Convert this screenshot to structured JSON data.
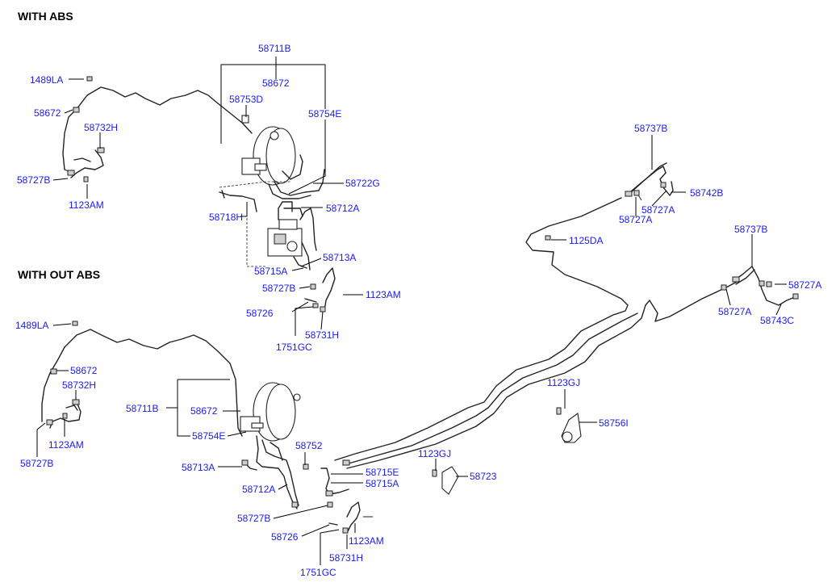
{
  "sections": {
    "with_abs": "WITH ABS",
    "without_abs": "WITH OUT  ABS"
  },
  "colors": {
    "callout": "#1a1aff",
    "heading": "#000000",
    "drawing": "#222222"
  },
  "callouts": {
    "abs_1489LA": "1489LA",
    "abs_58672_left": "58672",
    "abs_58732H": "58732H",
    "abs_58727B_left": "58727B",
    "abs_1123AM_left": "1123AM",
    "abs_58711B": "58711B",
    "abs_58672_top": "58672",
    "abs_58753D": "58753D",
    "abs_58754E": "58754E",
    "abs_58722G": "58722G",
    "abs_58712A": "58712A",
    "abs_58718H": "58718H",
    "abs_58713A": "58713A",
    "abs_58715A": "58715A",
    "abs_58727B_mid": "58727B",
    "abs_1123AM_mid": "1123AM",
    "abs_58726": "58726",
    "abs_58731H": "58731H",
    "abs_1751GC": "1751GC",
    "rear_58737B_top": "58737B",
    "rear_58742B": "58742B",
    "rear_58727A_1": "58727A",
    "rear_58727A_2": "58727A",
    "rear_1125DA": "1125DA",
    "rear_58737B_right": "58737B",
    "rear_58727A_3": "58727A",
    "rear_58727A_4": "58727A",
    "rear_58743C": "58743C",
    "nabs_1489LA": "1489LA",
    "nabs_58672_left": "58672",
    "nabs_58732H": "58732H",
    "nabs_1123AM_left": "1123AM",
    "nabs_58727B_left": "58727B",
    "nabs_58711B": "58711B",
    "nabs_58672_mid": "58672",
    "nabs_58754E": "58754E",
    "nabs_58752": "58752",
    "nabs_58713A": "58713A",
    "nabs_58712A": "58712A",
    "nabs_58715E": "58715E",
    "nabs_58715A": "58715A",
    "nabs_58727B_mid": "58727B",
    "nabs_58726": "58726",
    "nabs_1123AM_mid": "1123AM",
    "nabs_58731H": "58731H",
    "nabs_1751GC": "1751GC",
    "bracket_1123GJ_right": "1123GJ",
    "bracket_58756I": "58756I",
    "bracket_1123GJ_mid": "1123GJ",
    "bracket_58723": "58723"
  }
}
